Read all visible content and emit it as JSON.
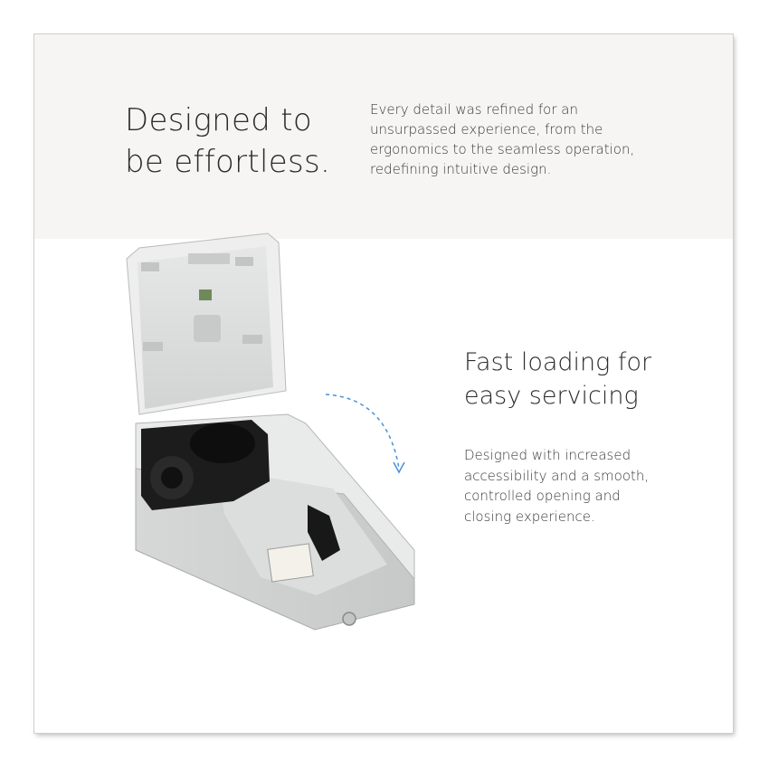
{
  "section_effortless": {
    "headline": "Designed to\nbe effortless.",
    "body": "Every detail was refined for an\nunsurpassed experience, from the\nergonomics to the seamless operation,\nredefining intuitive design."
  },
  "section_loading": {
    "headline": "Fast loading for\neasy servicing",
    "body": "Designed with increased\naccessibility and a smooth,\ncontrolled opening and\nclosing experience."
  },
  "product_image": {
    "subject": "open-dispenser-with-loading-mechanism",
    "accent_arrow_color": "#4a90d9",
    "housing_color": "#e3e4e4",
    "mechanism_color": "#1a1a1a"
  }
}
